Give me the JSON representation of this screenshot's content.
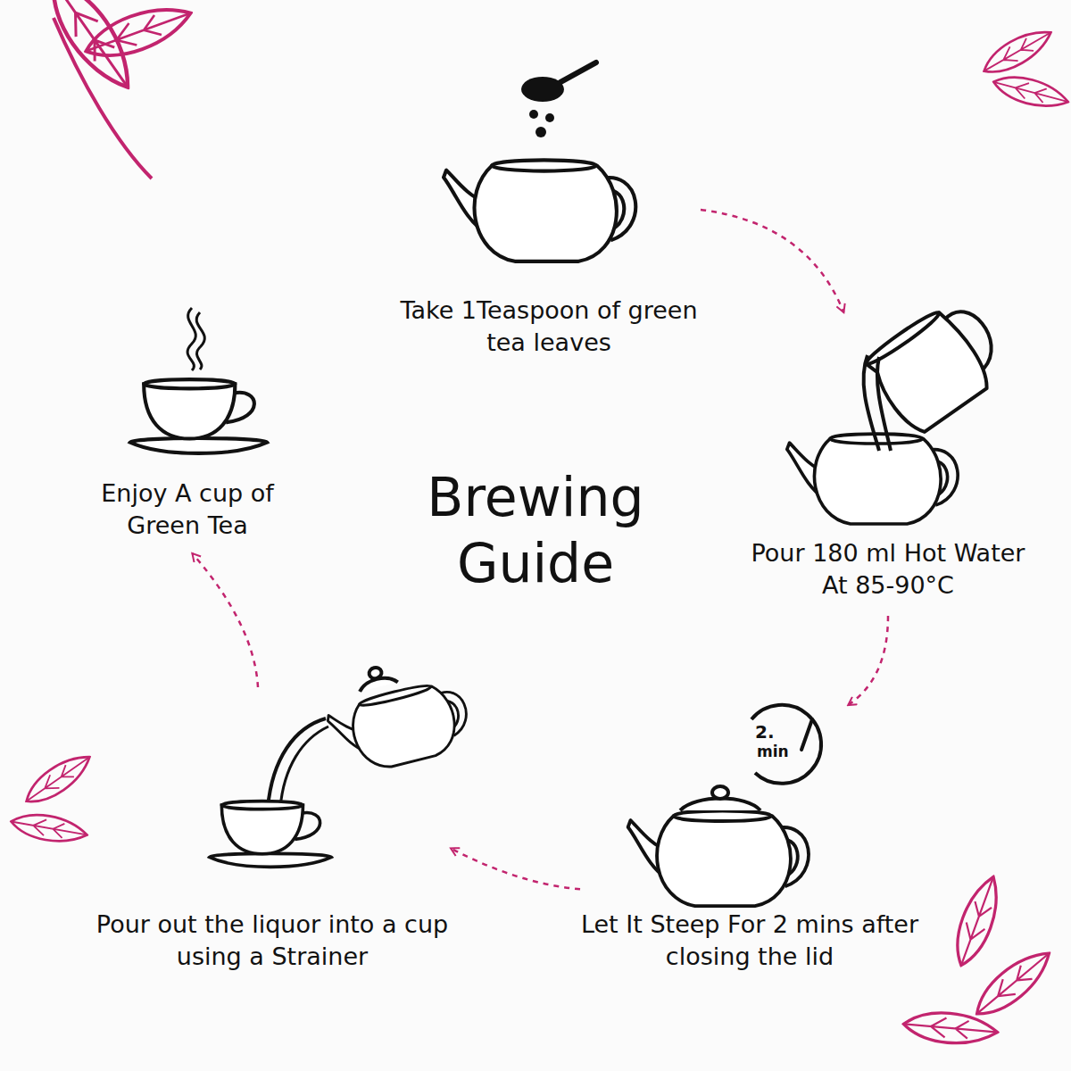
{
  "diagram": {
    "title": "Brewing Guide",
    "nodes": [
      {
        "text": [
          "Take 1Teaspoon of green tea leaves"
        ]
      },
      {
        "text": [
          "Pour 180 ml Hot Water At 85-90°C"
        ]
      },
      {
        "text": [
          "Let It Steep For 2 mins after closing the lid"
        ]
      },
      {
        "text": [
          "Pour out the liquor into a cup using a Strainer"
        ]
      },
      {
        "text": [
          "Enjoy A cup of Green Tea"
        ]
      }
    ],
    "edges": [
      {
        "from": 0,
        "to": 1,
        "arrow": "to"
      },
      {
        "from": 1,
        "to": 2,
        "arrow": "to"
      },
      {
        "from": 2,
        "to": 3,
        "arrow": "to"
      },
      {
        "from": 3,
        "to": 4,
        "arrow": "to"
      }
    ],
    "labels": [
      "2.",
      "min"
    ]
  }
}
